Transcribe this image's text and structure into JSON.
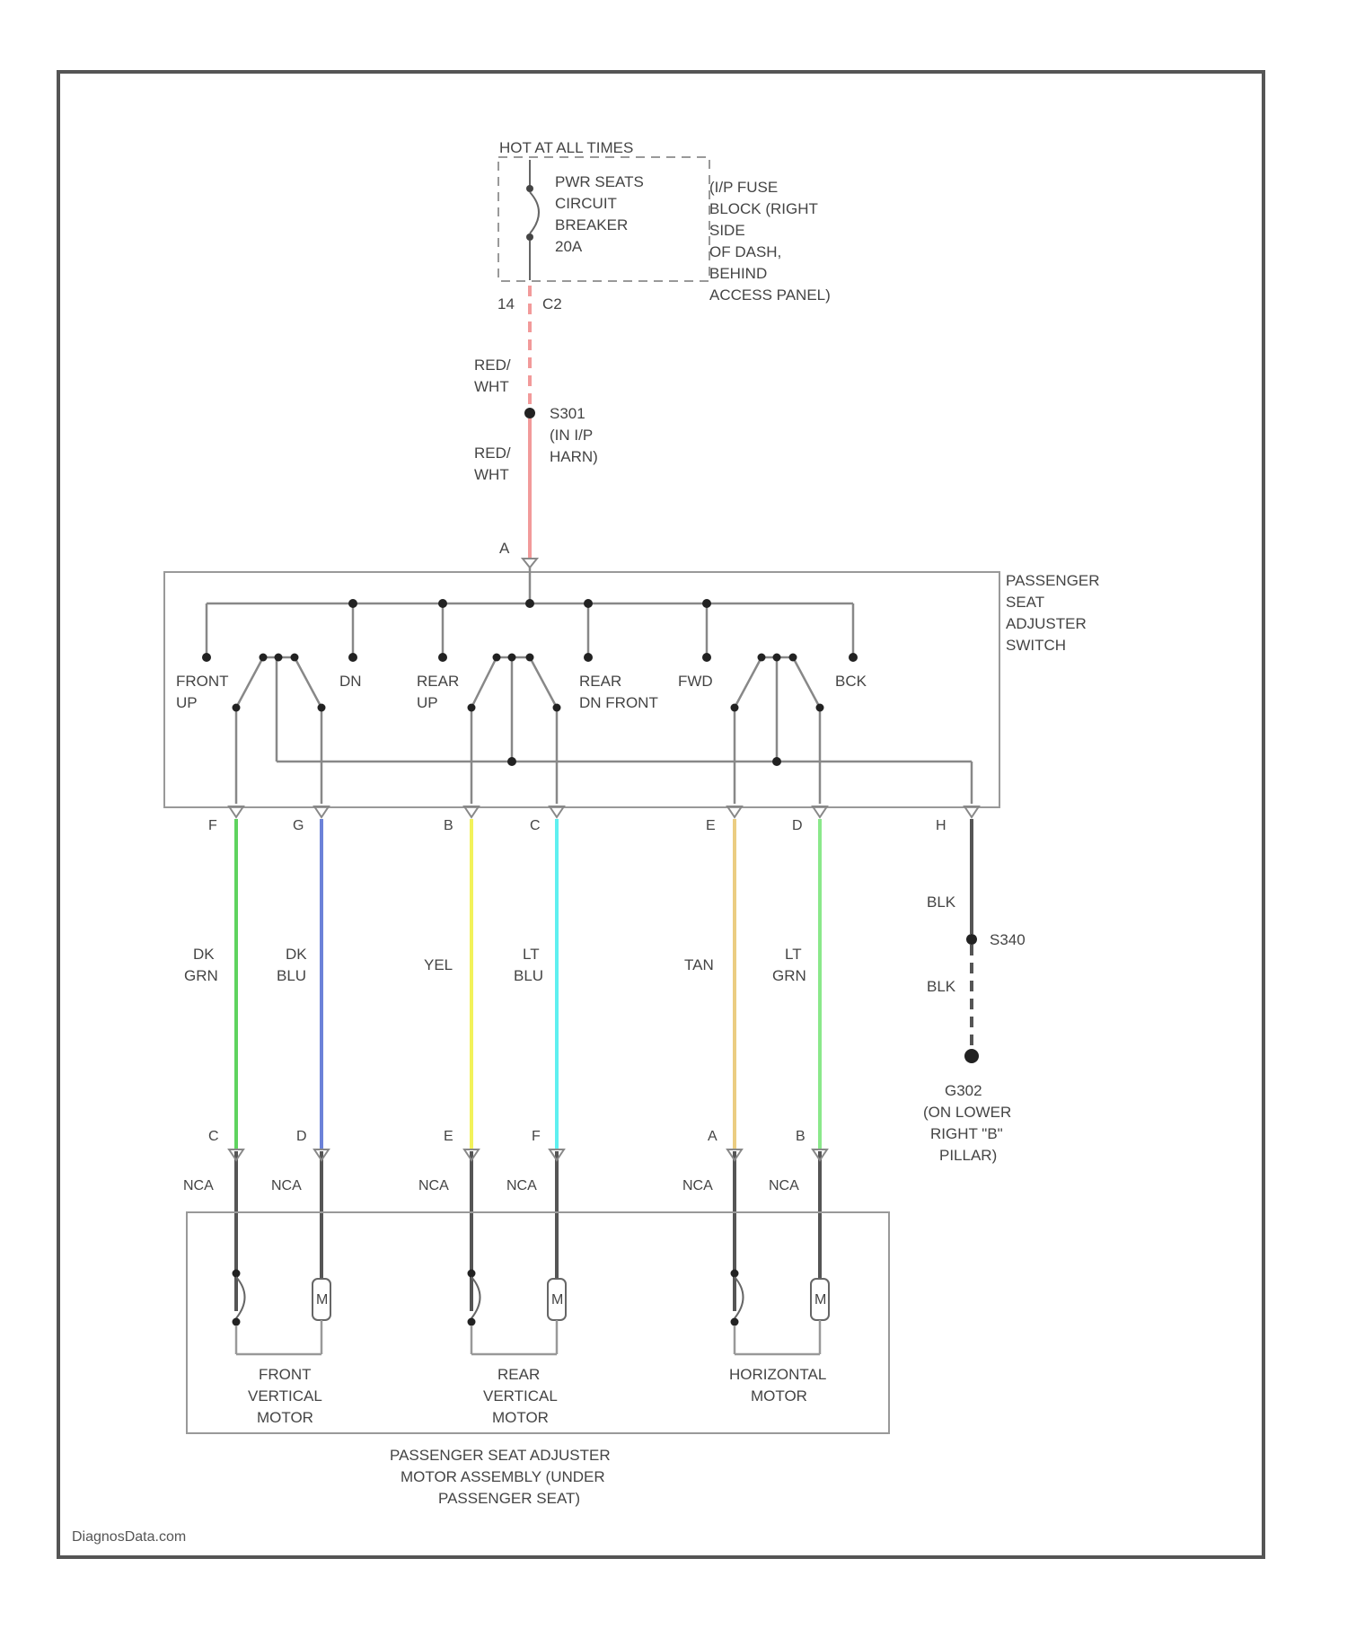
{
  "colors": {
    "frame": "#555555",
    "wire_power": "#f29a9a",
    "wire_ground": "#555555",
    "wire_neutral": "#9a9a9a",
    "dk_grn": "#5fd35f",
    "dk_blu": "#6c82d8",
    "yel": "#f2f25a",
    "lt_blu": "#5ef0f0",
    "tan": "#ebcd82",
    "lt_grn": "#8be88b"
  },
  "fuse_block": {
    "hot": "HOT AT ALL TIMES",
    "breaker": [
      "PWR SEATS",
      "CIRCUIT",
      "BREAKER",
      "20A"
    ],
    "location": [
      "(I/P FUSE",
      "BLOCK (RIGHT",
      "SIDE",
      "OF DASH,",
      "BEHIND",
      "ACCESS PANEL)"
    ],
    "pin": "14",
    "connector": "C2"
  },
  "power_wire": {
    "color_upper": [
      "RED/",
      "WHT"
    ],
    "splice": [
      "S301",
      "(IN I/P",
      "HARN)"
    ],
    "color_lower": [
      "RED/",
      "WHT"
    ],
    "switch_pin": "A"
  },
  "switch": {
    "title": [
      "PASSENGER",
      "SEAT",
      "ADJUSTER",
      "SWITCH"
    ],
    "contacts": [
      [
        "FRONT",
        "UP"
      ],
      [
        "DN"
      ],
      [
        "REAR",
        "UP"
      ],
      [
        "REAR",
        "DN FRONT"
      ],
      [
        "FWD"
      ],
      [
        "BCK"
      ]
    ]
  },
  "wires": [
    {
      "pin_top": "F",
      "color": [
        "DK",
        "GRN"
      ],
      "pin_bottom": "C",
      "motor_color": "NCA"
    },
    {
      "pin_top": "G",
      "color": [
        "DK",
        "BLU"
      ],
      "pin_bottom": "D",
      "motor_color": "NCA"
    },
    {
      "pin_top": "B",
      "color": [
        "YEL"
      ],
      "pin_bottom": "E",
      "motor_color": "NCA"
    },
    {
      "pin_top": "C",
      "color": [
        "LT",
        "BLU"
      ],
      "pin_bottom": "F",
      "motor_color": "NCA"
    },
    {
      "pin_top": "E",
      "color": [
        "TAN"
      ],
      "pin_bottom": "A",
      "motor_color": "NCA"
    },
    {
      "pin_top": "D",
      "color": [
        "LT",
        "GRN"
      ],
      "pin_bottom": "B",
      "motor_color": "NCA"
    }
  ],
  "ground": {
    "pin": "H",
    "color_upper": "BLK",
    "splice": "S340",
    "color_lower": "BLK",
    "point": [
      "G302",
      "(ON LOWER",
      "RIGHT \"B\"",
      "PILLAR)"
    ]
  },
  "motors": [
    {
      "name": [
        "FRONT",
        "VERTICAL",
        "MOTOR"
      ],
      "symbol": "M"
    },
    {
      "name": [
        "REAR",
        "VERTICAL",
        "MOTOR"
      ],
      "symbol": "M"
    },
    {
      "name": [
        "HORIZONTAL",
        "MOTOR"
      ],
      "symbol": "M"
    }
  ],
  "motor_assembly": [
    "PASSENGER SEAT ADJUSTER",
    "MOTOR ASSEMBLY (UNDER",
    "PASSENGER SEAT)"
  ],
  "watermark": "DiagnosData.com"
}
